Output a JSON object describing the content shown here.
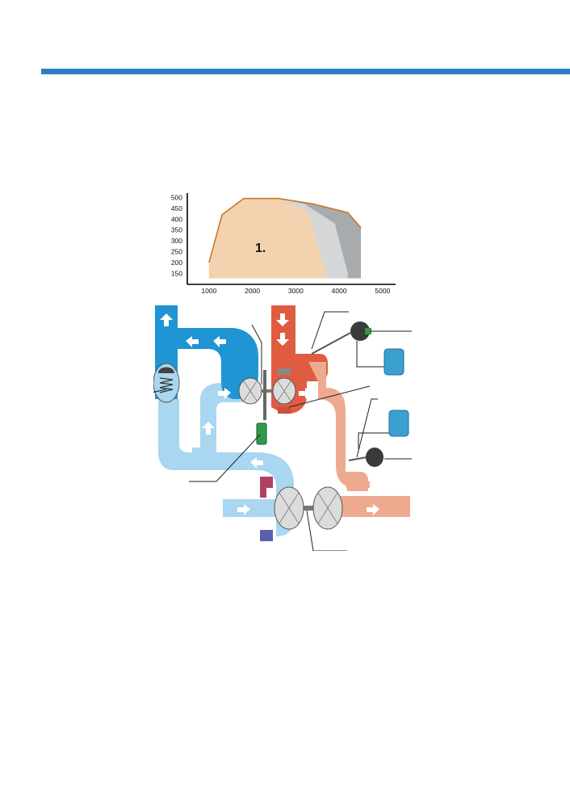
{
  "colors": {
    "rule": "#2f7ec3",
    "chart_area_main": "#f3d2b0",
    "chart_area_mid": "#d5d6d8",
    "chart_area_back": "#a8abae",
    "chart_curve": "#c9782a",
    "intake_dark": "#1f95d3",
    "intake_light": "#a9d6f0",
    "exhaust_dark": "#df5c43",
    "exhaust_light": "#eeaa8f",
    "actuator": "#3a3a3a",
    "solenoid": "#3b9fd0",
    "sensor": "#2f9a4a"
  },
  "chart_data": {
    "type": "area",
    "x_ticks": [
      "1000",
      "2000",
      "3000",
      "4000",
      "5000"
    ],
    "y_ticks": [
      "500",
      "450",
      "400",
      "350",
      "300",
      "250",
      "200",
      "150"
    ],
    "xlim": [
      500,
      5300
    ],
    "ylim": [
      100,
      520
    ],
    "label": "1.",
    "series": [
      {
        "x": [
          1000,
          1300,
          1800,
          2600,
          3300,
          3700
        ],
        "y": [
          200,
          420,
          495,
          495,
          430,
          150
        ]
      },
      {
        "x": [
          2500,
          3200,
          3900,
          4200
        ],
        "y": [
          500,
          470,
          380,
          150
        ]
      },
      {
        "x": [
          2600,
          3400,
          4200,
          4500
        ],
        "y": [
          495,
          470,
          430,
          360
        ]
      }
    ],
    "outline": {
      "x": [
        1000,
        1300,
        1800,
        2600,
        3400,
        4200,
        4500
      ],
      "y": [
        200,
        420,
        495,
        495,
        470,
        430,
        360
      ]
    }
  },
  "icons": {
    "arrow": "white-flow-arrow",
    "wastegate": "wastegate-actuator",
    "solenoid": "solenoid-valve",
    "lightning": "electric-signal"
  }
}
